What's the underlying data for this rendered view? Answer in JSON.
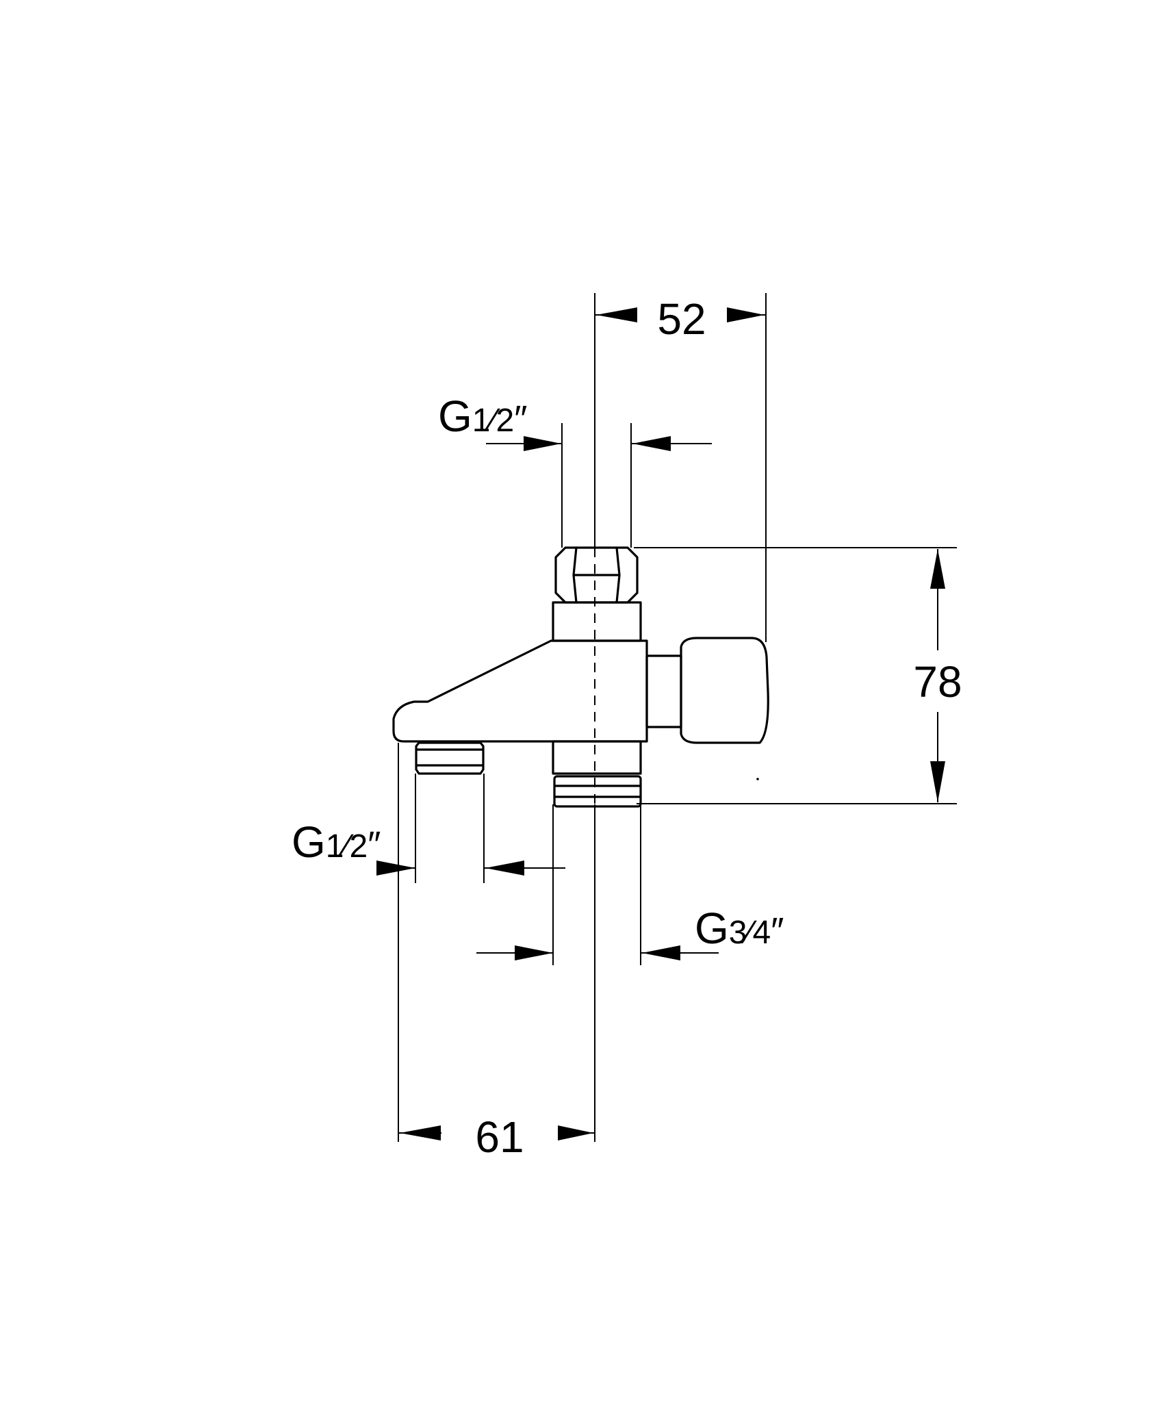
{
  "diagram": {
    "colors": {
      "line": "#000000",
      "background": "#ffffff"
    },
    "dimensions": {
      "width_top": "52",
      "height_right": "78",
      "width_bottom": "61"
    },
    "threads": {
      "top_inlet": {
        "prefix": "G",
        "fraction": "1⁄2",
        "suffix": "″"
      },
      "spout_outlet": {
        "prefix": "G",
        "fraction": "1⁄2",
        "suffix": "″"
      },
      "bottom_inlet": {
        "prefix": "G",
        "fraction": "3⁄4",
        "suffix": "″"
      }
    }
  }
}
